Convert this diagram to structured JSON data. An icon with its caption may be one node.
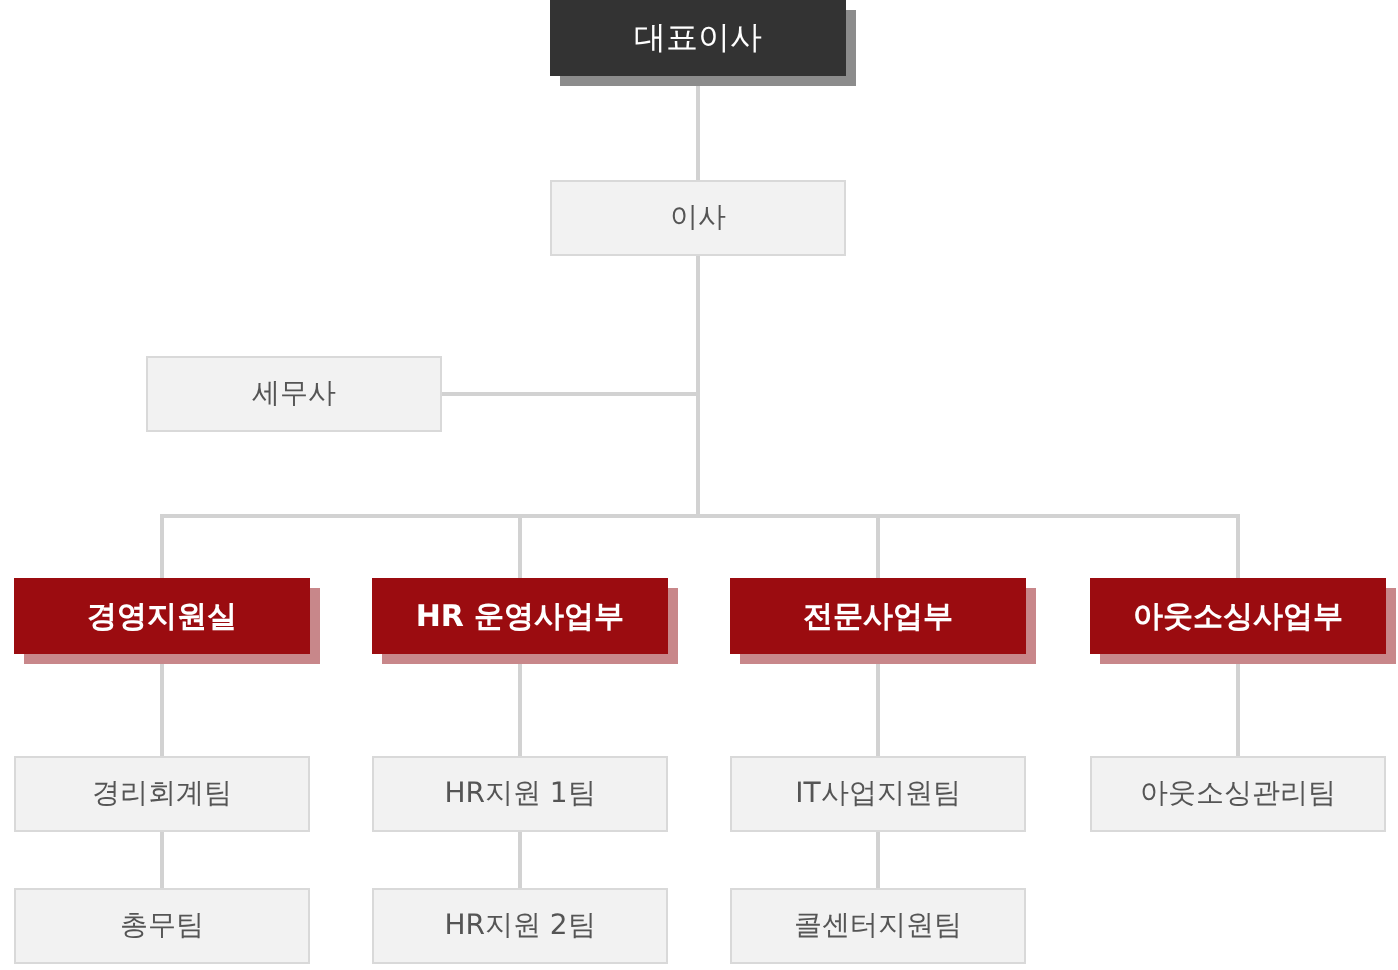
{
  "diagram": {
    "nodes": [
      {
        "text": [
          "대표이사"
        ]
      },
      {
        "text": [
          "이사"
        ]
      },
      {
        "text": [
          "세무사"
        ]
      },
      {
        "text": [
          "경영지원실"
        ]
      },
      {
        "text": [
          "HR 운영사업부"
        ]
      },
      {
        "text": [
          "전문사업부"
        ]
      },
      {
        "text": [
          "아웃소싱사업부"
        ]
      },
      {
        "text": [
          "경리회계팀"
        ]
      },
      {
        "text": [
          "총무팀"
        ]
      },
      {
        "text": [
          "HR지원 1팀"
        ]
      },
      {
        "text": [
          "HR지원 2팀"
        ]
      },
      {
        "text": [
          "IT사업지원팀"
        ]
      },
      {
        "text": [
          "콜센터지원팀"
        ]
      },
      {
        "text": [
          "아웃소싱관리팀"
        ]
      }
    ],
    "edges": [
      {
        "from": 0,
        "to": 1,
        "arrow": "none"
      },
      {
        "from": 1,
        "to": 2,
        "arrow": "none"
      },
      {
        "from": 1,
        "to": 3,
        "arrow": "none"
      },
      {
        "from": 1,
        "to": 4,
        "arrow": "none"
      },
      {
        "from": 1,
        "to": 5,
        "arrow": "none"
      },
      {
        "from": 1,
        "to": 6,
        "arrow": "none"
      },
      {
        "from": 3,
        "to": 7,
        "arrow": "none"
      },
      {
        "from": 7,
        "to": 8,
        "arrow": "none"
      },
      {
        "from": 4,
        "to": 9,
        "arrow": "none"
      },
      {
        "from": 9,
        "to": 10,
        "arrow": "none"
      },
      {
        "from": 5,
        "to": 11,
        "arrow": "none"
      },
      {
        "from": 11,
        "to": 12,
        "arrow": "none"
      },
      {
        "from": 6,
        "to": 13,
        "arrow": "none"
      }
    ]
  }
}
